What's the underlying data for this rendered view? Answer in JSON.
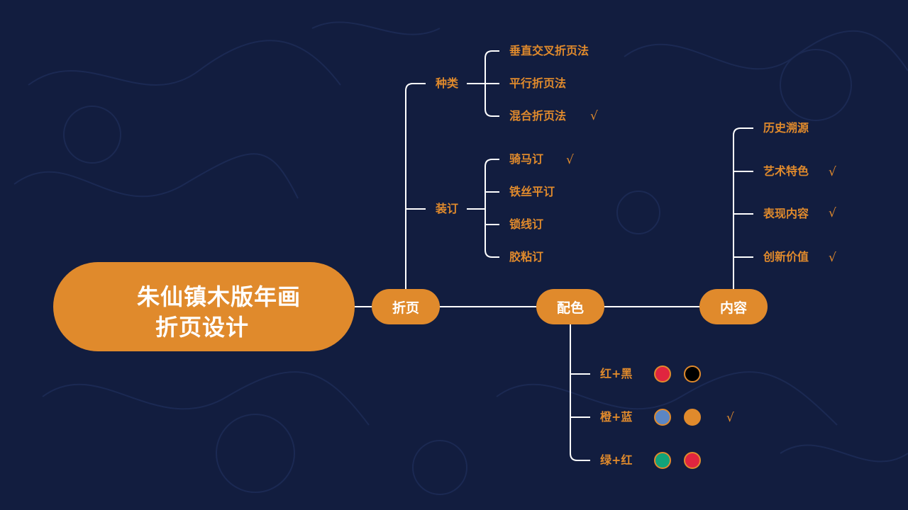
{
  "root": {
    "line1": "朱仙镇木版年画",
    "line2": "折页设计"
  },
  "nodes": {
    "fold": "折页",
    "color": "配色",
    "content": "内容"
  },
  "fold": {
    "types": {
      "label": "种类",
      "items": [
        "垂直交叉折页法",
        "平行折页法",
        "混合折页法"
      ],
      "checked": [
        false,
        false,
        true
      ]
    },
    "binding": {
      "label": "装订",
      "items": [
        "骑马订",
        "铁丝平订",
        "锁线订",
        "胶粘订"
      ],
      "checked": [
        true,
        false,
        false,
        false
      ]
    }
  },
  "content": {
    "items": [
      "历史溯源",
      "艺术特色",
      "表现内容",
      "创新价值"
    ],
    "checked": [
      false,
      true,
      true,
      true
    ]
  },
  "color": {
    "schemes": [
      {
        "label": "红+黑",
        "colors": [
          "#e0253f",
          "#000000"
        ],
        "checked": false
      },
      {
        "label": "橙+蓝",
        "colors": [
          "#5b86c4",
          "#e08a2c"
        ],
        "checked": true
      },
      {
        "label": "绿+红",
        "colors": [
          "#12a37a",
          "#e0253f"
        ],
        "checked": false
      }
    ]
  },
  "check_mark": "√",
  "colors": {
    "accent": "#e08a2c",
    "background": "#121d3f",
    "line": "#ffffff"
  }
}
